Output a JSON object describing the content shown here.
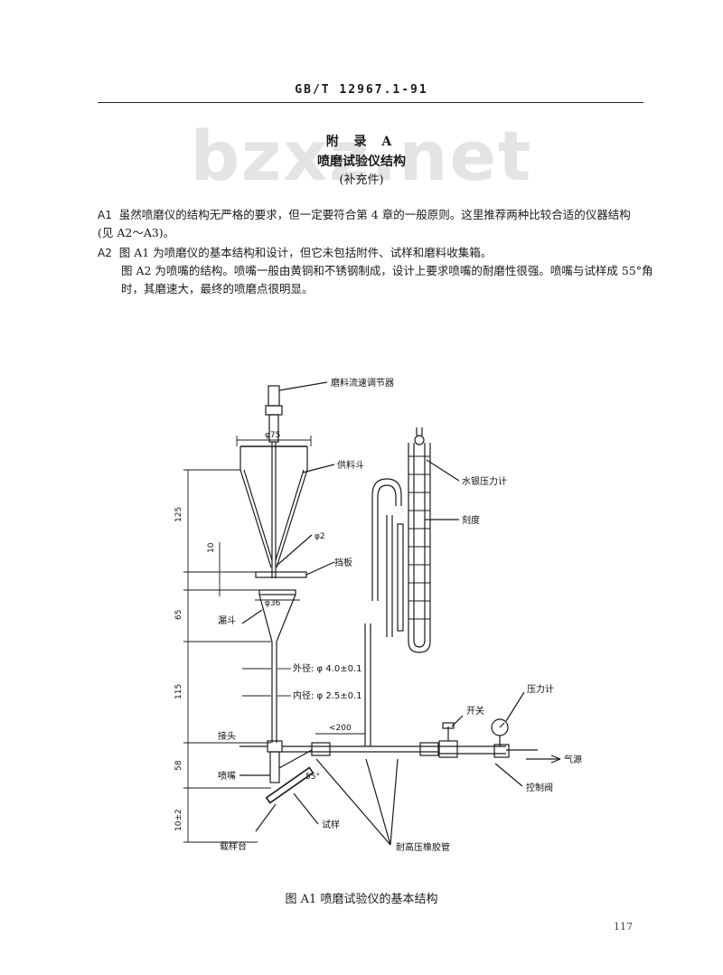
{
  "header": {
    "standard": "GB/T 12967.1-91"
  },
  "watermark": "bzxz.net",
  "appendix": {
    "label": "附 录 A",
    "title": "喷磨试验仪结构",
    "note": "(补充件)"
  },
  "paragraphs": [
    {
      "label": "A1",
      "text": "虽然喷磨仪的结构无严格的要求，但一定要符合第 4 章的一般原则。这里推荐两种比较合适的仪器结构(见 A2～A3)。"
    },
    {
      "label": "A2",
      "text": "图 A1 为喷磨仪的基本结构和设计，但它未包括附件、试样和磨料收集箱。"
    },
    {
      "label": "",
      "text": "图 A2 为喷嘴的结构。喷嘴一般由黄铜和不锈钢制成，设计上要求喷嘴的耐磨性很强。喷嘴与试样成 55°角时，其磨速大，最终的喷磨点很明显。"
    }
  ],
  "figure": {
    "labels": {
      "regulator": "磨料流速调节器",
      "hopper": "供料斗",
      "manometer": "水银压力计",
      "scale": "刻度",
      "baffle": "挡板",
      "funnel": "漏斗",
      "outer_dia": "外径: φ 4.0±0.1",
      "inner_dia": "内径: φ 2.5±0.1",
      "switch": "开关",
      "gauge": "压力计",
      "air": "气源",
      "valve": "控制阀",
      "joint": "接头",
      "nozzle": "喷嘴",
      "specimen": "试样",
      "stage": "载样台",
      "hose": "耐高压橡胶管"
    },
    "dims": {
      "d75": "φ75",
      "d2": "φ2",
      "d36": "φ36",
      "h125": "125",
      "h10": "10",
      "h65": "65",
      "h115": "115",
      "h58": "58",
      "h10pm2": "10±2",
      "len200": "<200",
      "angle55": "55°"
    },
    "caption": "图 A1 喷磨试验仪的基本结构"
  },
  "page_number": "117"
}
